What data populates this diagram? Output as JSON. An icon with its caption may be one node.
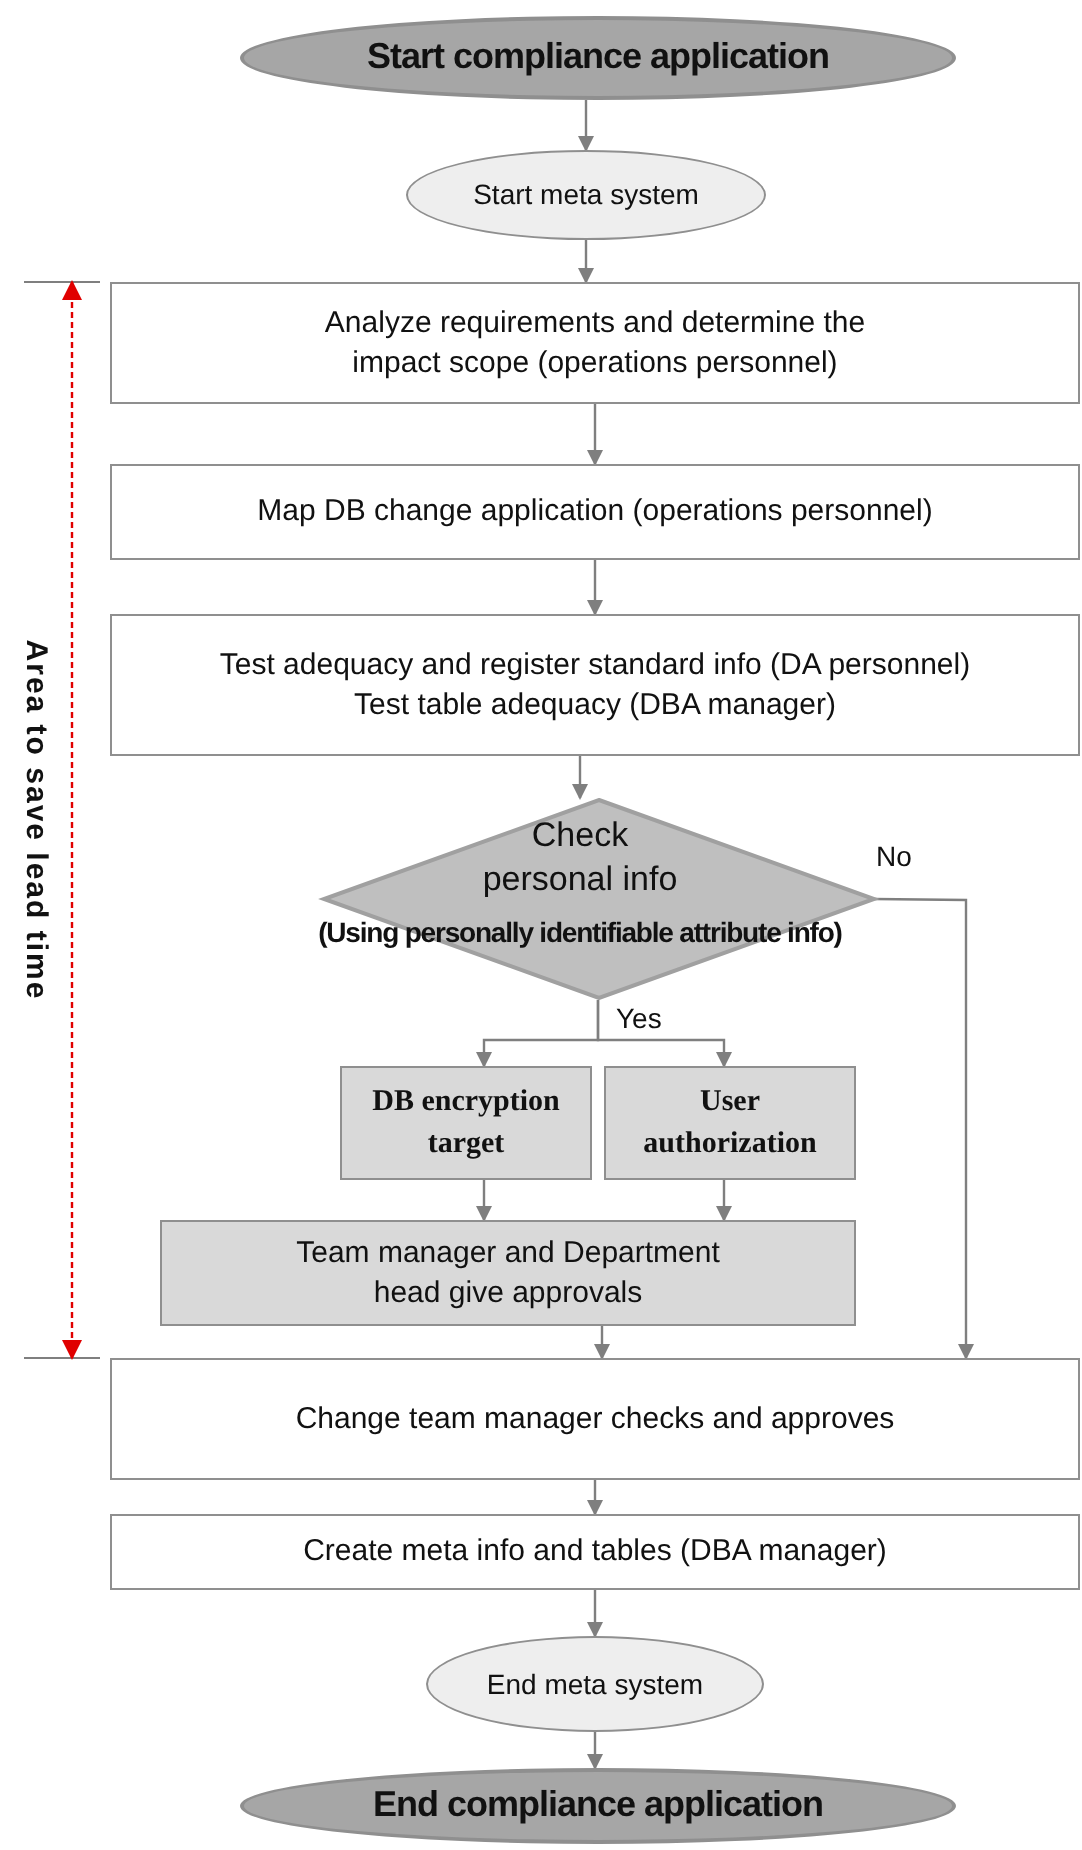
{
  "diagram": {
    "nodes": [
      {
        "text": [
          "Start compliance application"
        ]
      },
      {
        "text": [
          "Start meta system"
        ]
      },
      {
        "text": [
          "Analyze requirements and determine the impact scope (operations personnel)"
        ]
      },
      {
        "text": [
          "Map DB change application (operations personnel)"
        ]
      },
      {
        "text": [
          "Test adequacy and register standard info (DA personnel)",
          "Test table adequacy (DBA manager)"
        ]
      },
      {
        "text": [
          "Check personal info",
          "(Using personally identifiable attribute info)"
        ]
      },
      {
        "text": [
          "DB encryption target"
        ]
      },
      {
        "text": [
          "User authorization"
        ]
      },
      {
        "text": [
          "Team manager and Department head give approvals"
        ]
      },
      {
        "text": [
          "Change team manager checks and approves"
        ]
      },
      {
        "text": [
          "Create meta info and tables (DBA manager)"
        ]
      },
      {
        "text": [
          "End meta system"
        ]
      },
      {
        "text": [
          "End compliance application"
        ]
      }
    ],
    "edges": [
      {
        "from": 0,
        "to": 1,
        "arrow": "to"
      },
      {
        "from": 1,
        "to": 2,
        "arrow": "to"
      },
      {
        "from": 2,
        "to": 3,
        "arrow": "to"
      },
      {
        "from": 3,
        "to": 4,
        "arrow": "to"
      },
      {
        "from": 4,
        "to": 5,
        "arrow": "to"
      },
      {
        "from": 5,
        "to": 6,
        "arrow": "to",
        "label": "Yes"
      },
      {
        "from": 5,
        "to": 7,
        "arrow": "to"
      },
      {
        "from": 5,
        "to": 9,
        "arrow": "to",
        "label": "No"
      },
      {
        "from": 6,
        "to": 8,
        "arrow": "to"
      },
      {
        "from": 7,
        "to": 8,
        "arrow": "to"
      },
      {
        "from": 8,
        "to": 9,
        "arrow": "to"
      },
      {
        "from": 9,
        "to": 10,
        "arrow": "to"
      },
      {
        "from": 10,
        "to": 11,
        "arrow": "to"
      },
      {
        "from": 11,
        "to": 12,
        "arrow": "to"
      },
      {
        "from": 2,
        "to": 9,
        "arrow": "both",
        "style": "dashed",
        "color": "#e00000",
        "label": "Area to save lead time"
      }
    ]
  }
}
